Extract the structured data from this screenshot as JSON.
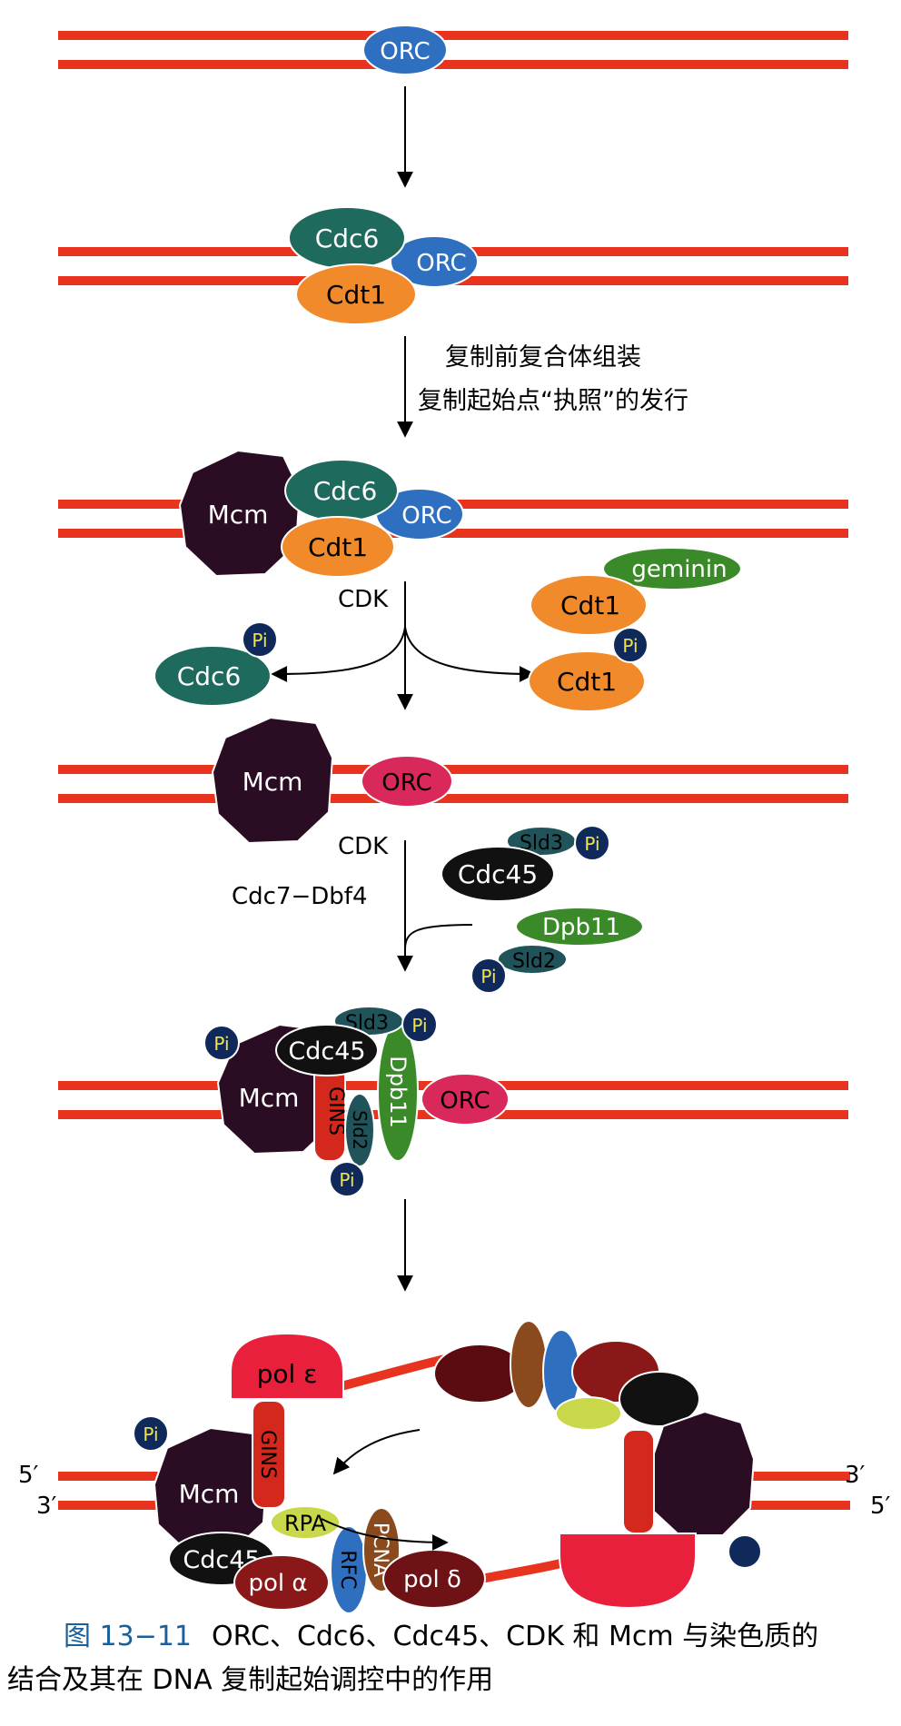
{
  "labels": {
    "orc": "ORC",
    "cdc6": "Cdc6",
    "cdt1": "Cdt1",
    "mcm": "Mcm",
    "geminin": "geminin",
    "pi": "Pi",
    "cdk": "CDK",
    "cdc7_dbf4": "Cdc7−Dbf4",
    "sld3": "Sld3",
    "sld2": "Sld2",
    "cdc45": "Cdc45",
    "dpb11": "Dpb11",
    "gins": "GINS",
    "pol_epsilon": "pol ε",
    "pol_alpha": "pol α",
    "pol_delta": "pol δ",
    "rpa": "RPA",
    "rfc": "RFC",
    "pcna": "PCNA",
    "five_prime": "5′",
    "three_prime": "3′"
  },
  "steps": {
    "step2_line1": "复制前复合体组装",
    "step2_line2": "复制起始点“执照”的发行"
  },
  "caption": {
    "number": "图 13−11",
    "line1": "ORC、Cdc6、Cdc45、CDK 和 Mcm 与染色质的",
    "line2": "结合及其在 DNA 复制起始调控中的作用"
  },
  "colors": {
    "dna": "#e8331f",
    "orc_blue": "#2f6fc0",
    "orc_pink": "#d8295a",
    "cdc6": "#1e6b5e",
    "cdt1": "#f08a2a",
    "mcm": "#2a0d22",
    "geminin": "#3a8a2a",
    "dpb11": "#3a8a2a",
    "sld": "#20545a",
    "cdc45": "#111111",
    "gins": "#d4281c",
    "pi": "#0f2a5a",
    "pol": "#e8203c",
    "pol_alpha": "#8a1818",
    "rpa": "#c9d84a",
    "rfc": "#2f6fc0",
    "pcna": "#8a4a1e"
  }
}
